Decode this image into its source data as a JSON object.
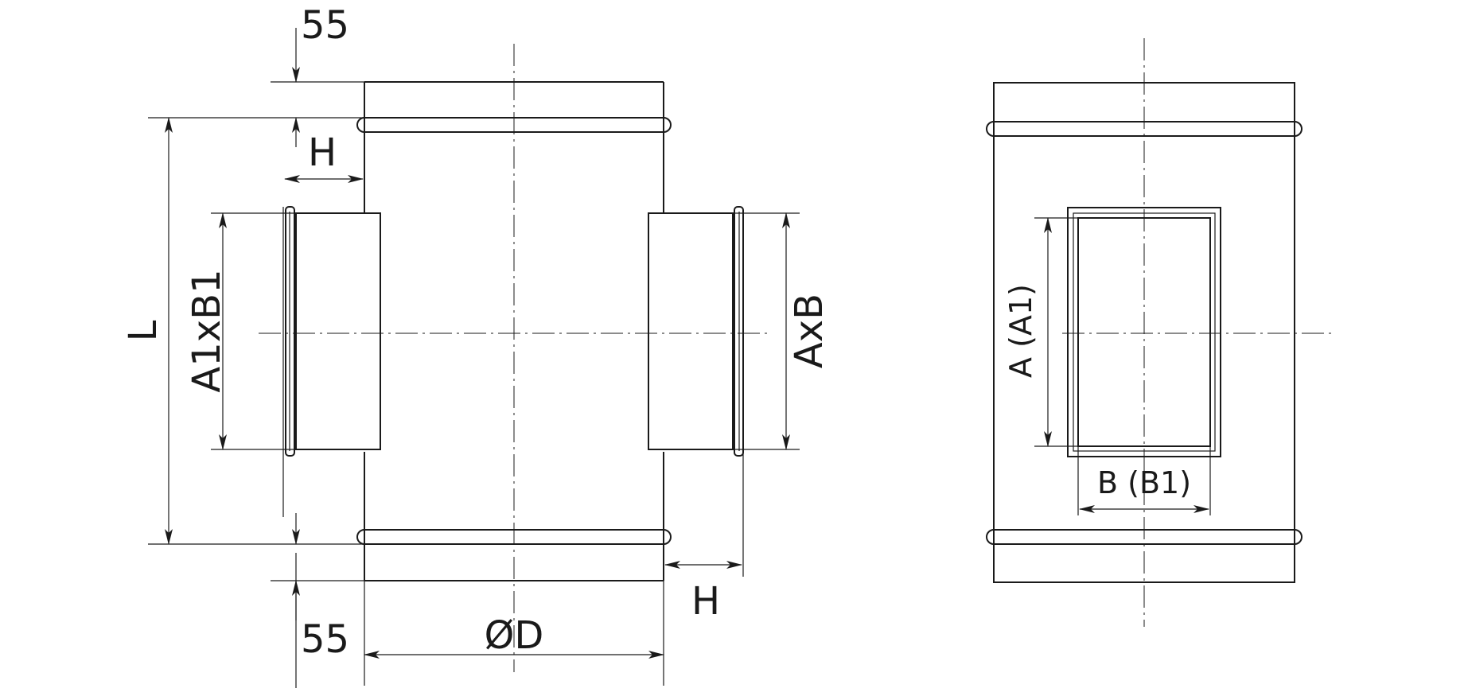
{
  "views": {
    "front": {
      "labels": {
        "top_offset": "55",
        "bottom_offset": "55",
        "length": "L",
        "left_branch_height": "H",
        "right_branch_height": "H",
        "left_branch_size": "A1xB1",
        "right_branch_size": "AxB",
        "diameter": "ØD"
      }
    },
    "side": {
      "labels": {
        "opening_height": "A (A1)",
        "opening_width": "B (B1)"
      }
    }
  }
}
